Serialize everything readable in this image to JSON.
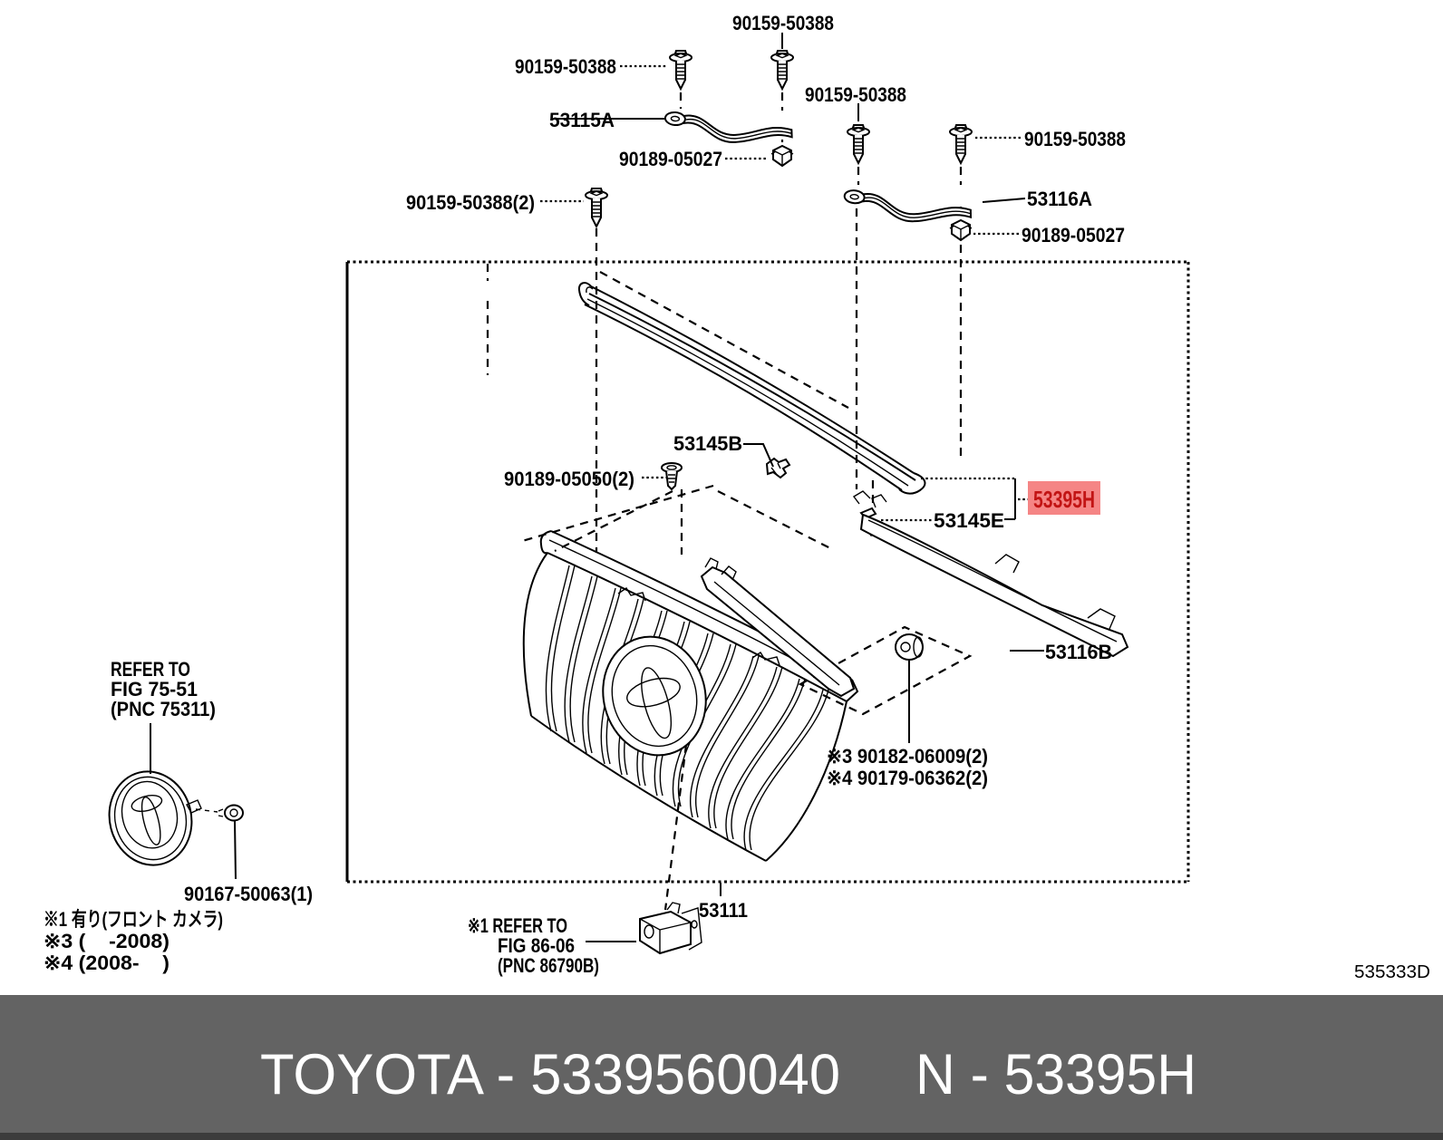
{
  "footer": {
    "left": "TOYOTA - 5339560040",
    "right": "N - 53395H"
  },
  "code": "535333D",
  "highlight": {
    "label": "53395H"
  },
  "parts": {
    "screw": "90159-50388",
    "screw_x2": "90159-50388(2)",
    "brace_upper": "53115A",
    "retainer": "90189-05027",
    "brace_lower": "53116A",
    "clip": "90189-05050(2)",
    "clip_b": "53145B",
    "screw_e": "53145E",
    "support": "53116B",
    "grille": "53111",
    "emblem_screw": "90167-50063(1)",
    "nut_n3": "※3 90182-06009(2)",
    "nut_n4": "※4 90179-06362(2)"
  },
  "refer_emblem": {
    "l1": "REFER TO",
    "l2": "FIG 75-51",
    "l3": "(PNC 75311)"
  },
  "refer_camera": {
    "l1": "※1 REFER TO",
    "l2": "FIG 86-06",
    "l3": "(PNC 86790B)"
  },
  "notes": {
    "n1": "※1 有り(フロント カメラ)",
    "n3": "※3 (    -2008)",
    "n4": "※4 (2008-    )"
  },
  "colors": {
    "highlight_bg": "#F58585",
    "highlight_fg": "#C21414",
    "footer_bg": "#636363",
    "footer_fg": "#FFFFFF",
    "line": "#000000"
  }
}
